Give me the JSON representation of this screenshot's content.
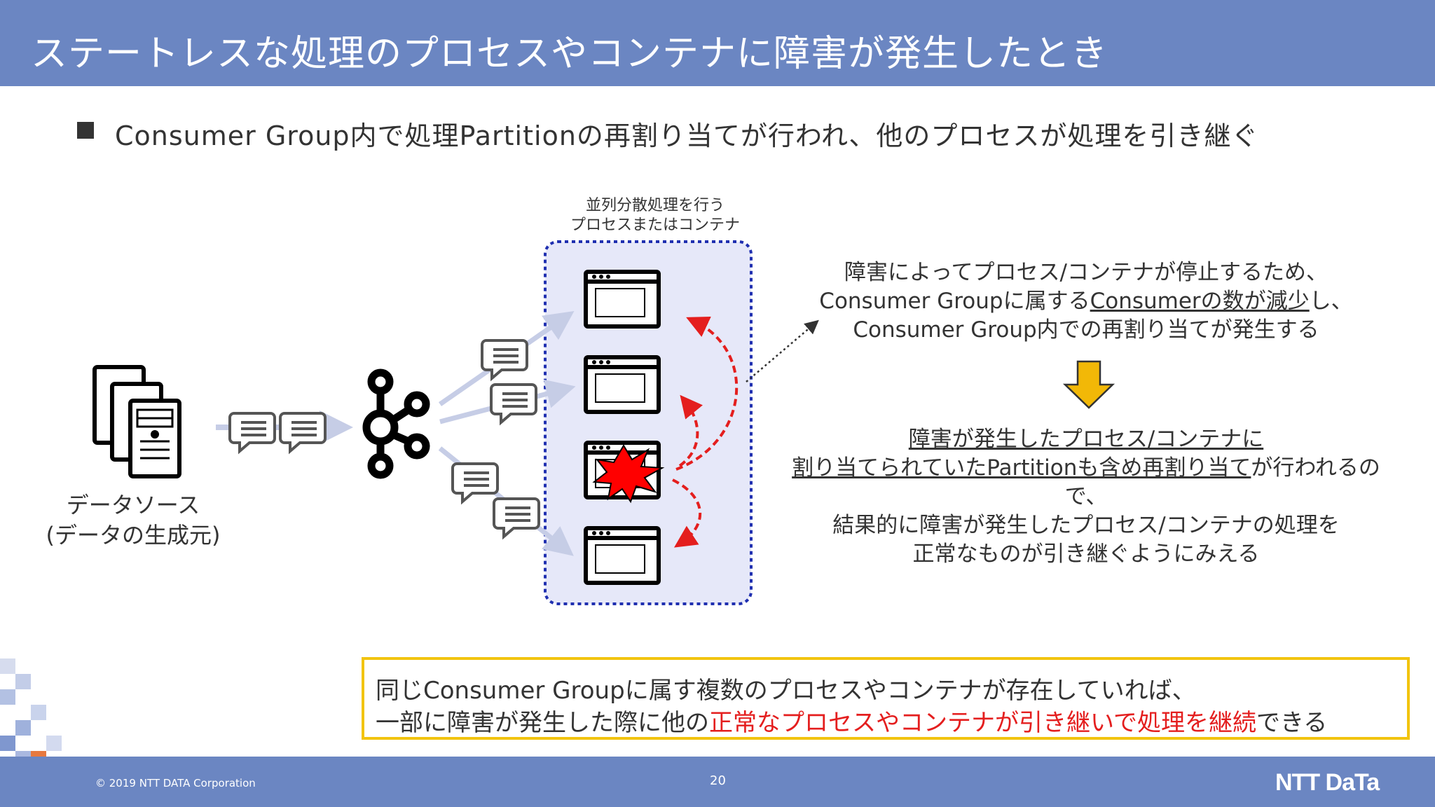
{
  "title": "ステートレスな処理のプロセスやコンテナに障害が発生したとき",
  "bullet": "Consumer Group内で処理Partitionの再割り当てが行われ、他のプロセスが処理を引き継ぐ",
  "diagram": {
    "container_label_1": "並列分散処理を行う",
    "container_label_2": "プロセスまたはコンテナ",
    "source_label_1": "データソース",
    "source_label_2": "(データの生成元)"
  },
  "note1": {
    "line1": "障害によってプロセス/コンテナが停止するため、",
    "line2_pre": "Consumer Groupに属する",
    "line2_u": "Consumerの数が減少",
    "line2_post": "し、",
    "line3": "Consumer Group内での再割り当てが発生する"
  },
  "note2": {
    "line1": "障害が発生したプロセス/コンテナに",
    "line2_u": "割り当てられていたPartitionも含め再割り当て",
    "line2_post": "が行われるので、",
    "line3": "結果的に障害が発生したプロセス/コンテナの処理を",
    "line4": "正常なものが引き継ぐようにみえる"
  },
  "summary": {
    "line1": "同じConsumer Groupに属す複数のプロセスやコンテナが存在していれば、",
    "line2_pre": "一部に障害が発生した際に他の",
    "line2_red": "正常なプロセスやコンテナが引き継いで処理を継続",
    "line2_post": "できる"
  },
  "footer": {
    "copyright": "© 2019 NTT DATA Corporation",
    "page": "20",
    "logo": "NTT DaTa"
  },
  "colors": {
    "header": "#6b86c2",
    "container_fill": "#e6e8f9",
    "container_border": "#1f2fb0",
    "arrow_red": "#e41e1e",
    "down_arrow": "#f2b807",
    "summary_border": "#f2c40f"
  }
}
